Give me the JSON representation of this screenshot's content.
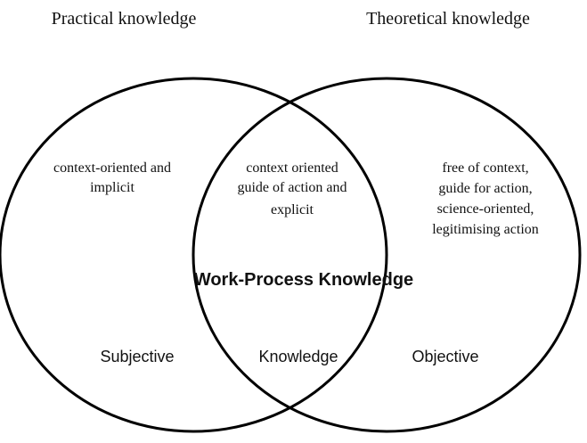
{
  "headings": {
    "left": "Practical knowledge",
    "right": "Theoretical knowledge"
  },
  "regions": {
    "left": [
      "context-oriented and",
      "implicit"
    ],
    "middle": [
      "context oriented",
      "guide of action and",
      "explicit"
    ],
    "right": [
      "free of context,",
      "guide for action,",
      "science-oriented,",
      "legitimising action"
    ]
  },
  "center_label": "Work-Process Knowledge",
  "lower_labels": {
    "left": "Subjective",
    "middle": "Knowledge",
    "right": "Objective"
  },
  "colors": {
    "stroke": "#000000",
    "text": "#111111",
    "background": "#ffffff"
  }
}
